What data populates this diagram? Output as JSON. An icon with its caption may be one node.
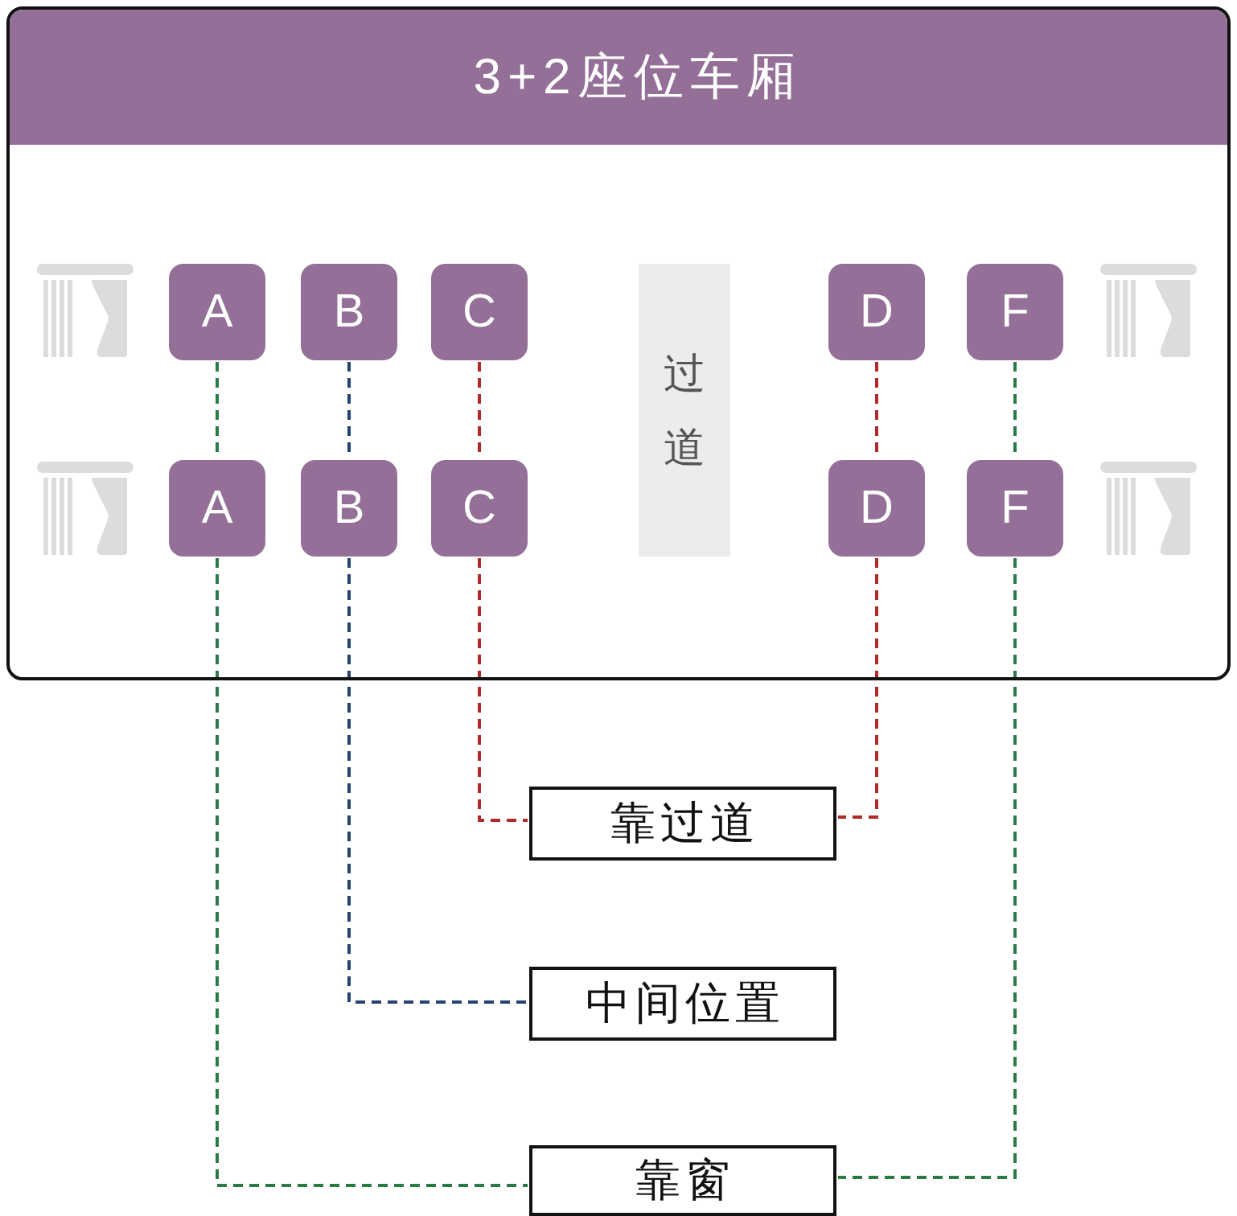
{
  "diagram": {
    "nodes": [
      {
        "text": [
          "3+2座位车厢"
        ]
      },
      {
        "text": [
          "A"
        ],
        "in": 0
      },
      {
        "text": [
          "B"
        ],
        "in": 0
      },
      {
        "text": [
          "C"
        ],
        "in": 0
      },
      {
        "text": [
          "过道"
        ],
        "in": 0
      },
      {
        "text": [
          "D"
        ],
        "in": 0
      },
      {
        "text": [
          "F"
        ],
        "in": 0
      },
      {
        "text": [
          "A"
        ],
        "in": 0
      },
      {
        "text": [
          "B"
        ],
        "in": 0
      },
      {
        "text": [
          "C"
        ],
        "in": 0
      },
      {
        "text": [
          "D"
        ],
        "in": 0
      },
      {
        "text": [
          "F"
        ],
        "in": 0
      },
      {
        "text": [
          "靠过道"
        ]
      },
      {
        "text": [
          "中间位置"
        ]
      },
      {
        "text": [
          "靠窗"
        ]
      }
    ],
    "edges": [
      {
        "from": 1,
        "to": 7,
        "arrow": "none",
        "style": "dashed",
        "color": "#2a7a48"
      },
      {
        "from": 7,
        "to": 14,
        "arrow": "none",
        "style": "dashed",
        "color": "#2a7a48"
      },
      {
        "from": 2,
        "to": 8,
        "arrow": "none",
        "style": "dashed",
        "color": "#24436f"
      },
      {
        "from": 8,
        "to": 13,
        "arrow": "none",
        "style": "dashed",
        "color": "#24436f"
      },
      {
        "from": 3,
        "to": 9,
        "arrow": "none",
        "style": "dashed",
        "color": "#b02a2a"
      },
      {
        "from": 9,
        "to": 12,
        "arrow": "none",
        "style": "dashed",
        "color": "#b02a2a"
      },
      {
        "from": 5,
        "to": 10,
        "arrow": "none",
        "style": "dashed",
        "color": "#b02a2a"
      },
      {
        "from": 10,
        "to": 12,
        "arrow": "none",
        "style": "dashed",
        "color": "#b02a2a"
      },
      {
        "from": 6,
        "to": 11,
        "arrow": "none",
        "style": "dashed",
        "color": "#2a7a48"
      },
      {
        "from": 11,
        "to": 14,
        "arrow": "none",
        "style": "dashed",
        "color": "#2a7a48"
      }
    ]
  }
}
